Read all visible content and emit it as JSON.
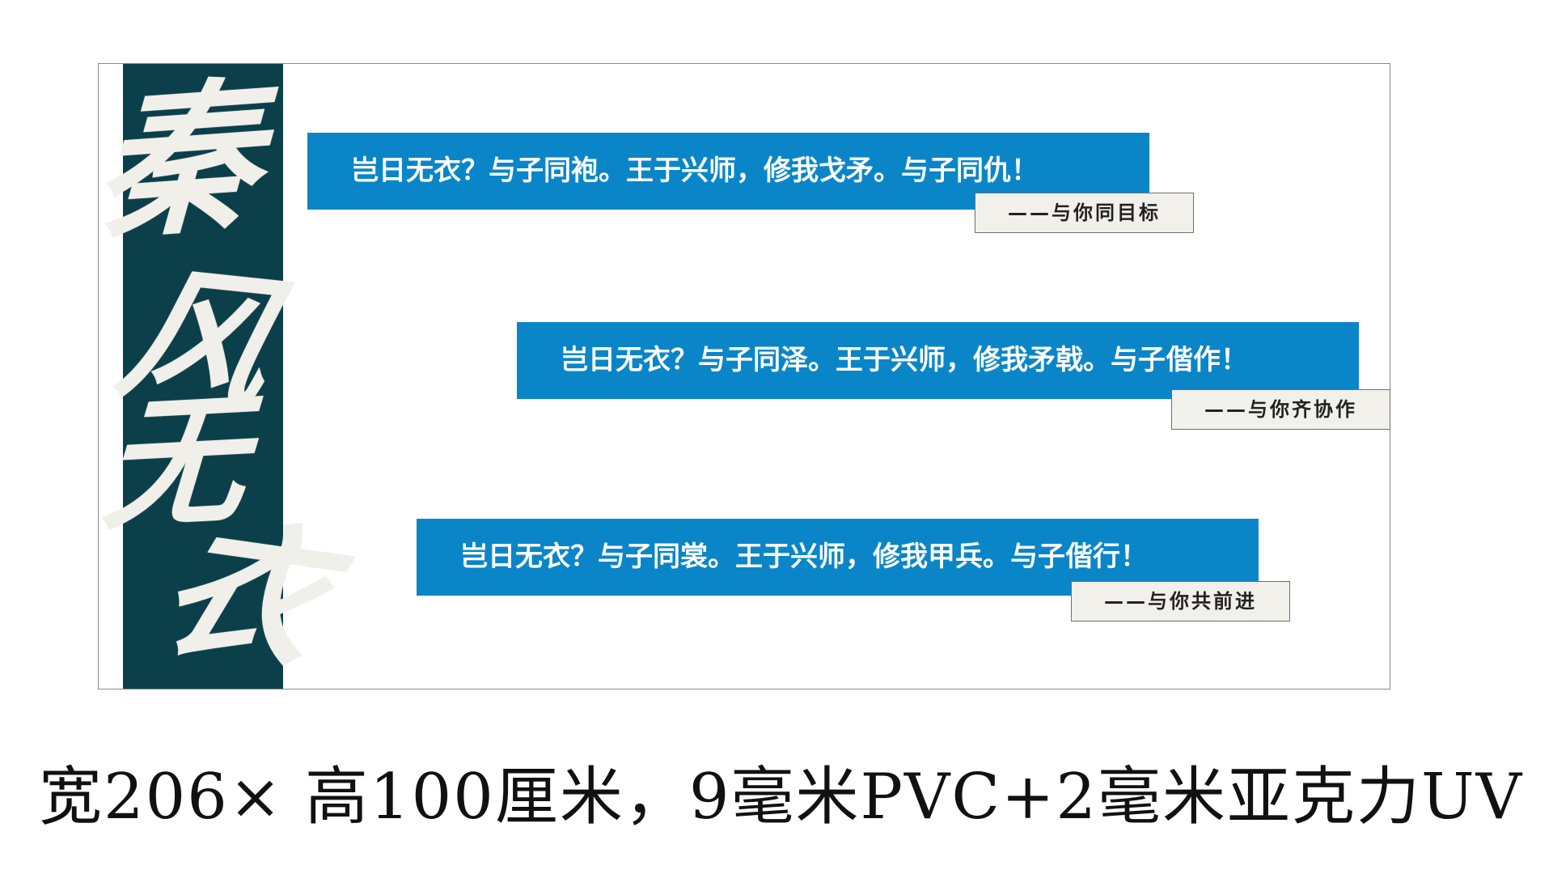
{
  "title_chars": [
    "秦",
    "风",
    "无",
    "衣"
  ],
  "banners": [
    {
      "text": "岂日无衣？与子同袍。王于兴师，修我戈矛。与子同仇！",
      "tag": "——与你同目标"
    },
    {
      "text": "岂日无衣？与子同泽。王于兴师，修我矛戟。与子偕作！",
      "tag": "——与你齐协作"
    },
    {
      "text": "岂日无衣？与子同裳。王于兴师，修我甲兵。与子偕行！",
      "tag": "——与你共前进"
    }
  ],
  "spec_text": "宽206× 高100厘米，9毫米PVC+2毫米亚克力UV",
  "colors": {
    "side_band": "#0b3f4a",
    "banner_blue": "#0a86c8",
    "tag_bg": "#f1f0ea",
    "calligraphy": "#f1efea"
  }
}
